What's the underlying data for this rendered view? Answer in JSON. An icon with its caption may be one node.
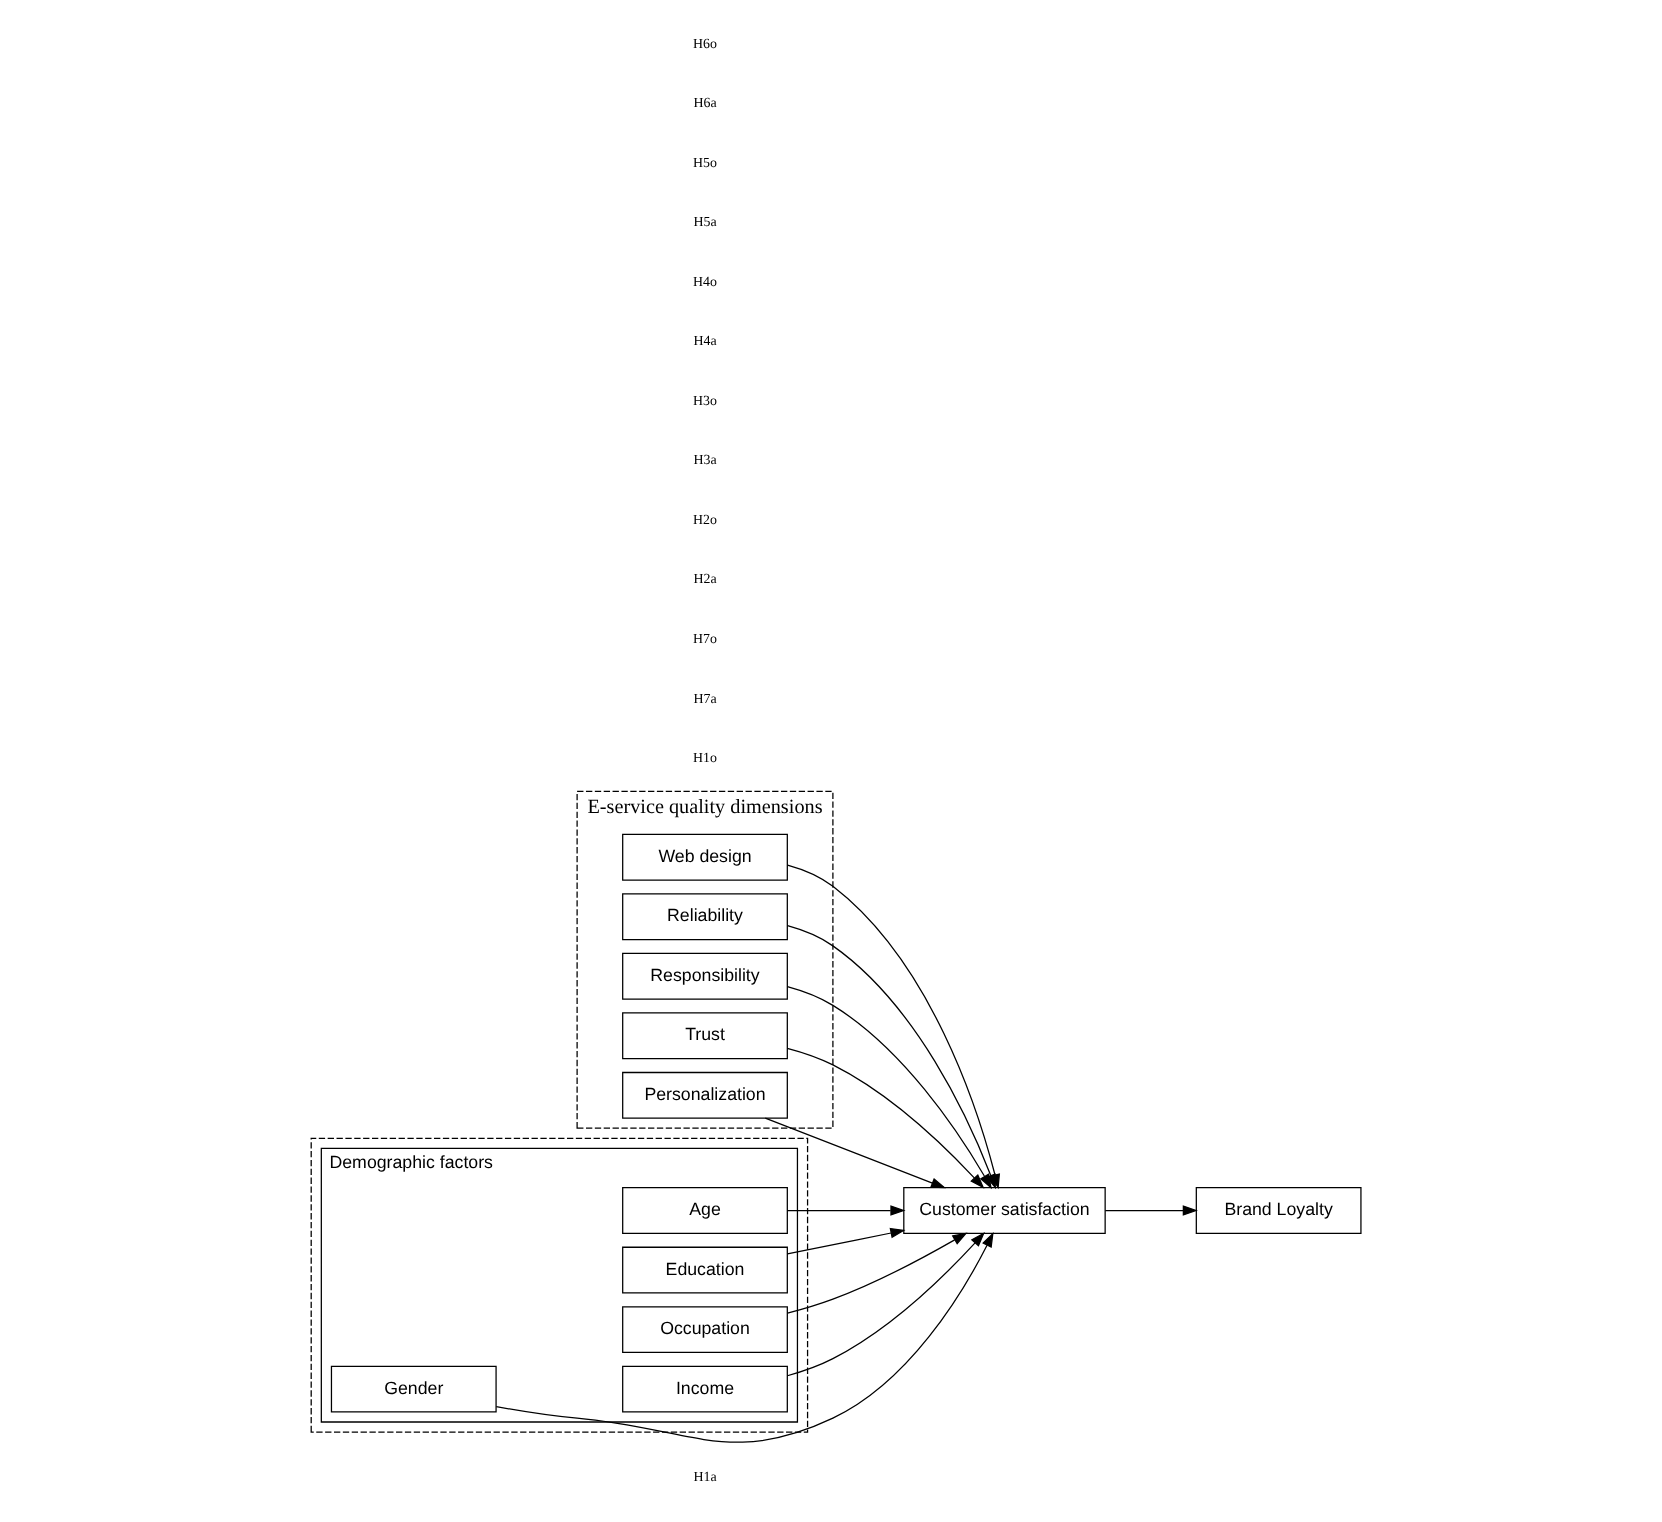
{
  "diagram": {
    "nodes": [
      {
        "text": [
          "E-service quality dimensions"
        ]
      },
      {
        "text": [
          "Web design"
        ],
        "in": 0
      },
      {
        "text": [
          "Reliability"
        ],
        "in": 0
      },
      {
        "text": [
          "Responsibility"
        ],
        "in": 0
      },
      {
        "text": [
          "Trust"
        ],
        "in": 0
      },
      {
        "text": [
          "Personalization"
        ],
        "in": 0
      },
      {
        "text": [
          "Customer satisfaction"
        ]
      },
      {
        "text": [
          "Brand Loyalty"
        ]
      },
      {
        "text": [],
        "shape": "box"
      },
      {
        "text": [
          "Demographic factors"
        ],
        "in": 8
      },
      {
        "text": [
          "Gender"
        ],
        "in": 9
      },
      {
        "text": [
          "Age"
        ],
        "in": 9
      },
      {
        "text": [
          "Education"
        ],
        "in": 9
      },
      {
        "text": [
          "Occupation"
        ],
        "in": 9
      },
      {
        "text": [
          "Income"
        ],
        "in": 9
      }
    ],
    "edges": [
      {
        "from": 1,
        "to": 6,
        "arrow": "to"
      },
      {
        "from": 2,
        "to": 6,
        "arrow": "to"
      },
      {
        "from": 3,
        "to": 6,
        "arrow": "to"
      },
      {
        "from": 4,
        "to": 6,
        "arrow": "to"
      },
      {
        "from": 5,
        "to": 6,
        "arrow": "to"
      },
      {
        "from": 6,
        "to": 7,
        "arrow": "to"
      },
      {
        "from": 10,
        "to": 6,
        "arrow": "to"
      },
      {
        "from": 11,
        "to": 6,
        "arrow": "to"
      },
      {
        "from": 12,
        "to": 6,
        "arrow": "to"
      },
      {
        "from": 13,
        "to": 6,
        "arrow": "to"
      },
      {
        "from": 14,
        "to": 6,
        "arrow": "to"
      }
    ],
    "labels": [
      "H1a",
      "H1o",
      "H7a",
      "H7o",
      "H2a",
      "H2o",
      "H3a",
      "H3o",
      "H4a",
      "H4o",
      "H5a",
      "H5o",
      "H6a",
      "H6o"
    ]
  }
}
